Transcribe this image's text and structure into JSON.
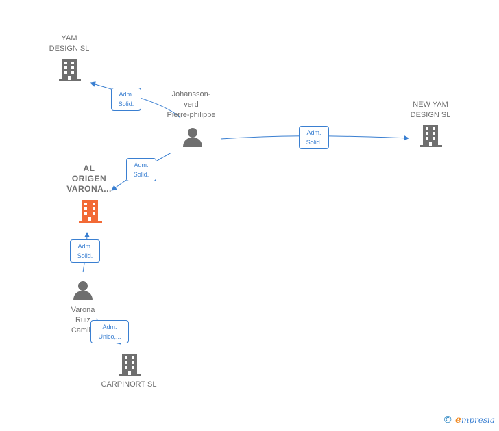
{
  "colors": {
    "edge": "#3a7fd1",
    "company": "#6f6f6f",
    "highlight": "#f26a36",
    "person": "#6f6f6f"
  },
  "nodes": {
    "yam_design": {
      "label": "YAM\nDESIGN SL",
      "icon": "building-icon"
    },
    "johansson": {
      "label": "Johansson-\nverd\nPierre-philippe",
      "icon": "person-icon"
    },
    "new_yam": {
      "label": "NEW YAM\nDESIGN  SL",
      "icon": "building-icon"
    },
    "al_origen": {
      "label": "AL\nORIGEN\nVARONA...",
      "icon": "building-icon"
    },
    "varona": {
      "label": "Varona\nRuiz\nCamilo",
      "icon": "person-icon"
    },
    "carpinort": {
      "label": "CARPINORT SL",
      "icon": "building-icon"
    }
  },
  "edges": [
    {
      "from": "johansson",
      "to": "yam_design",
      "label": "Adm.\nSolid."
    },
    {
      "from": "johansson",
      "to": "new_yam",
      "label": "Adm.\nSolid."
    },
    {
      "from": "johansson",
      "to": "al_origen",
      "label": "Adm.\nSolid."
    },
    {
      "from": "varona",
      "to": "al_origen",
      "label": "Adm.\nSolid."
    },
    {
      "from": "varona",
      "to": "carpinort",
      "label": "Adm.\nUnico,..."
    }
  ],
  "brand": {
    "copyright": "©",
    "initial": "e",
    "rest": "mpresia"
  }
}
